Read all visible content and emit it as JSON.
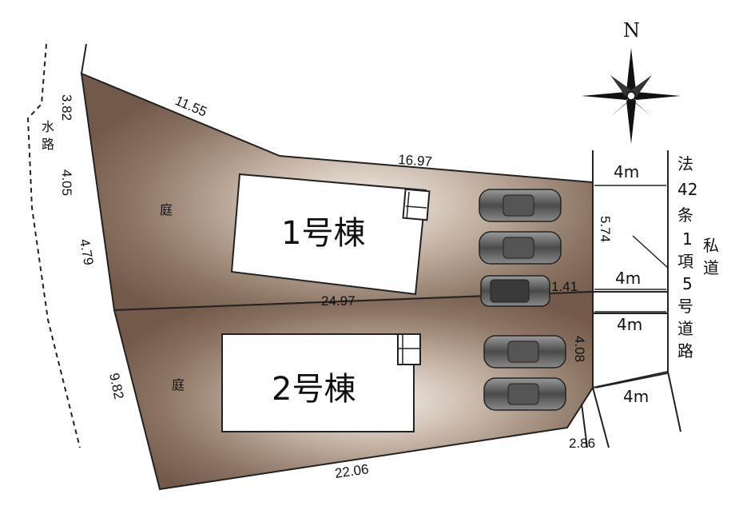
{
  "buildings": {
    "b1": "1号棟",
    "b2": "2号棟"
  },
  "garden_label": "庭",
  "waterway_label": [
    "水",
    "路"
  ],
  "road_label_lines": [
    "法",
    "42",
    "条",
    "1",
    "項",
    "5",
    "号",
    "道",
    "路"
  ],
  "road_type_label": [
    "私",
    "道"
  ],
  "compass": {
    "north_label": "N"
  },
  "dimensions": {
    "top_left": "11.55",
    "top_right": "16.97",
    "middle": "24.97",
    "bottom": "22.06",
    "left_1": "3.82",
    "left_2": "4.05",
    "left_3": "4.79",
    "left_4": "9.82",
    "right_1": "5.74",
    "right_2": "1.41",
    "right_3": "4.08",
    "right_4": "2.86",
    "road_1": "4m",
    "road_2": "4m",
    "road_3": "4m",
    "road_4": "4m"
  },
  "colors": {
    "lot_fill": "#7a6250",
    "lot_center": "#f2ece6",
    "building_fill": "#ffffff",
    "line": "#222222"
  }
}
